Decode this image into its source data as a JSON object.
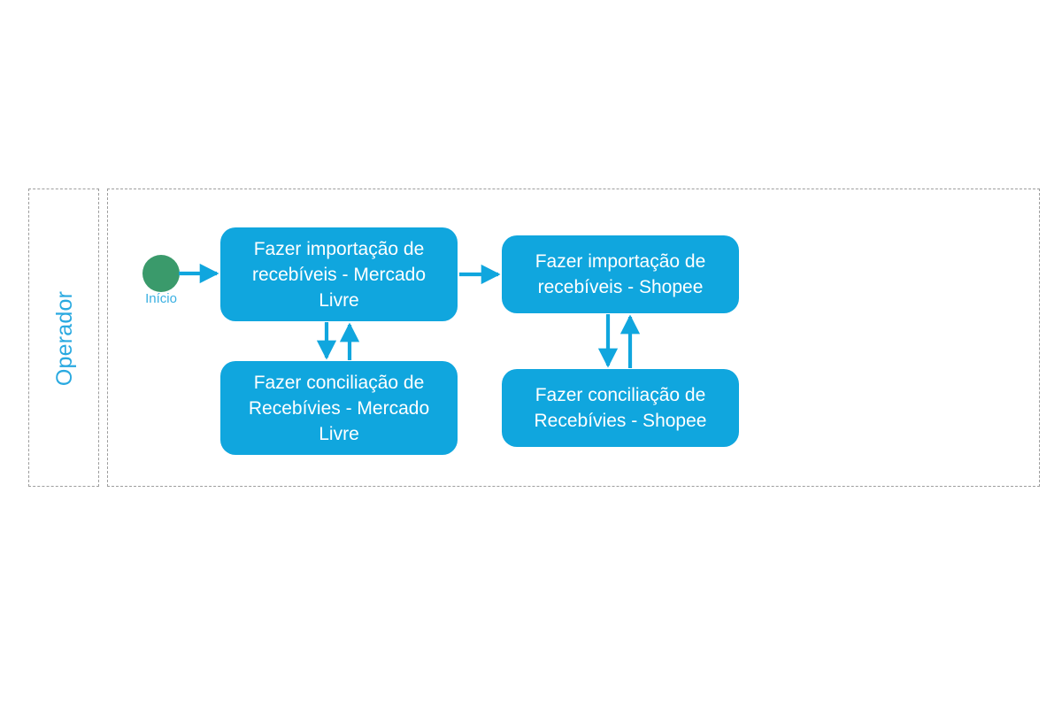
{
  "diagram": {
    "type": "bpmn-activity-flow",
    "background_color": "#ffffff",
    "accent_color": "#10a6de",
    "start_color": "#3a9a6b",
    "lane_border_color": "#9e9e9e",
    "label_color": "#29a9e0"
  },
  "lane": {
    "label": "Operador"
  },
  "start_event": {
    "label": "Início",
    "icon": "start-circle"
  },
  "tasks": [
    {
      "id": "task-ml-import",
      "lines": [
        "Fazer importação de",
        "recebíveis - Mercado",
        "Livre"
      ],
      "text": "Fazer importação de recebíveis - Mercado Livre"
    },
    {
      "id": "task-ml-rec",
      "lines": [
        "Fazer conciliação de",
        "Recebívies - Mercado",
        "Livre"
      ],
      "text": "Fazer conciliação de Recebívies - Mercado Livre"
    },
    {
      "id": "task-shop-import",
      "lines": [
        "Fazer importação de",
        "recebíveis - Shopee"
      ],
      "text": "Fazer importação de recebíveis - Shopee"
    },
    {
      "id": "task-shop-rec",
      "lines": [
        "Fazer conciliação de",
        "Recebívies - Shopee"
      ],
      "text": "Fazer conciliação de Recebívies - Shopee"
    }
  ],
  "flows": [
    {
      "id": "flow-start-to-ml-import",
      "from": "Início",
      "to": "Fazer importação de recebíveis - Mercado Livre",
      "direction": "right"
    },
    {
      "id": "flow-ml-import-to-ml-rec",
      "from": "Fazer importação de recebíveis - Mercado Livre",
      "to": "Fazer conciliação de Recebívies - Mercado Livre",
      "direction": "down"
    },
    {
      "id": "flow-ml-rec-to-ml-import",
      "from": "Fazer conciliação de Recebívies - Mercado Livre",
      "to": "Fazer importação de recebíveis - Mercado Livre",
      "direction": "up"
    },
    {
      "id": "flow-ml-import-to-shop-import",
      "from": "Fazer importação de recebíveis - Mercado Livre",
      "to": "Fazer importação de recebíveis - Shopee",
      "direction": "right"
    },
    {
      "id": "flow-shop-import-to-shop-rec",
      "from": "Fazer importação de recebíveis - Shopee",
      "to": "Fazer conciliação de Recebívies - Shopee",
      "direction": "down"
    },
    {
      "id": "flow-shop-rec-to-shop-import",
      "from": "Fazer conciliação de Recebívies - Shopee",
      "to": "Fazer importação de recebíveis - Shopee",
      "direction": "up"
    }
  ]
}
